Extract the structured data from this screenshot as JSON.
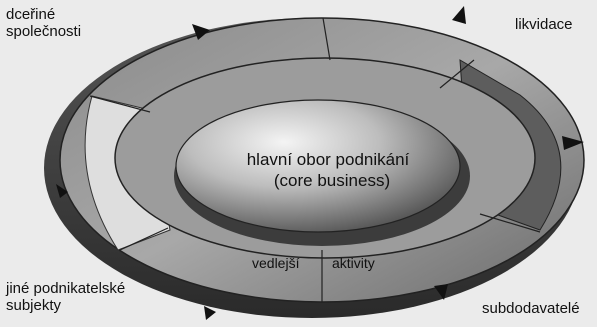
{
  "labels": {
    "subsidiaries": "dceřiné\nspolečnosti",
    "liquidation": "likvidace",
    "other_entities": "jiné podnikatelské\nsubjekty",
    "subcontractors": "subdodavatelé"
  },
  "core": {
    "line1": "hlavní obor podnikání",
    "line2": "(core business)"
  },
  "ring_labels": {
    "secondary": "vedlejší",
    "activities": "aktivity"
  }
}
